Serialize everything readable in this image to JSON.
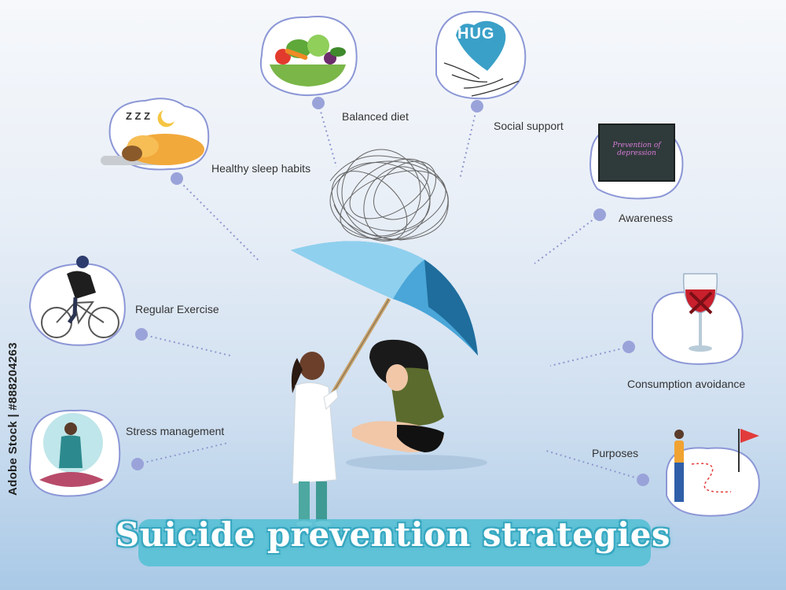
{
  "title": "Suicide prevention strategies",
  "stock_id": "Adobe Stock | #888204263",
  "strategies": [
    {
      "label": "Healthy sleep habits",
      "icon": "sleeping-sheep-icon"
    },
    {
      "label": "Balanced diet",
      "icon": "salad-bowl-icon"
    },
    {
      "label": "Social support",
      "icon": "hug-hands-icon"
    },
    {
      "label": "Awareness",
      "icon": "chalkboard-icon"
    },
    {
      "label": "Regular Exercise",
      "icon": "cyclist-icon"
    },
    {
      "label": "Consumption avoidance",
      "icon": "no-wine-icon"
    },
    {
      "label": "Stress management",
      "icon": "meditation-icon"
    },
    {
      "label": "Purposes",
      "icon": "goal-flag-icon"
    }
  ],
  "hug_text": "HUG",
  "board_text": "Prevention of depression",
  "sleep_text": "Z Z Z",
  "colors": {
    "dot": "#9aa3d9",
    "bubble_border": "#8c97d6",
    "umbrella": "#4aa6d8",
    "title_bg": "#51bfd3"
  }
}
